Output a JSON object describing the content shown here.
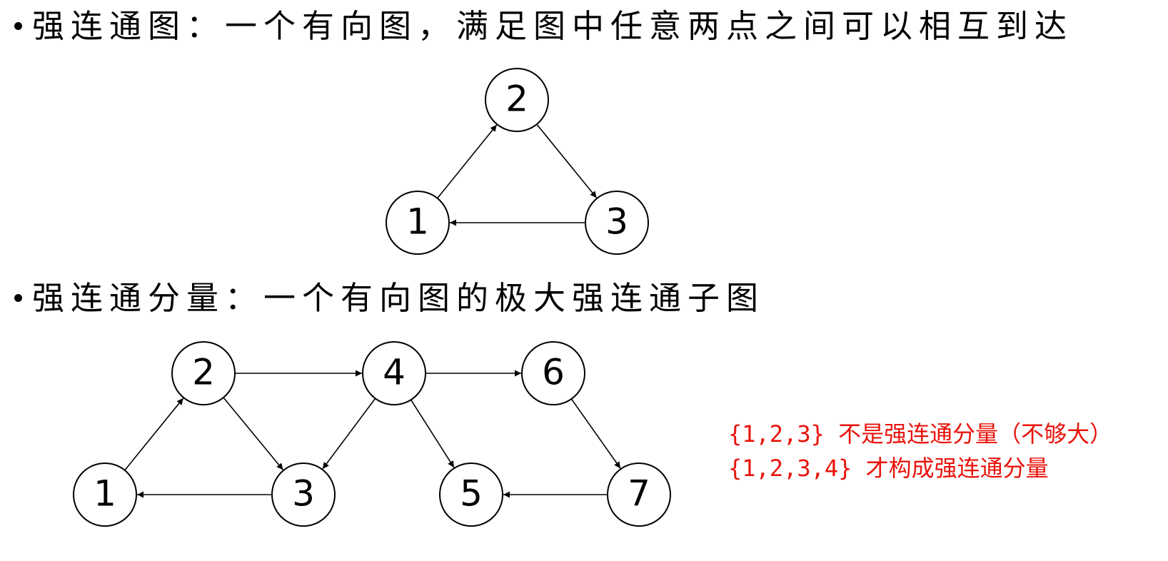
{
  "bullets": [
    {
      "text": "强连通图：一个有向图，满足图中任意两点之间可以相互到达"
    },
    {
      "text": "强连通分量：一个有向图的极大强连通子图"
    }
  ],
  "diagram1": {
    "nodes": [
      "1",
      "2",
      "3"
    ],
    "edges": [
      [
        "1",
        "2"
      ],
      [
        "2",
        "3"
      ],
      [
        "3",
        "1"
      ]
    ]
  },
  "diagram2": {
    "nodes": [
      "1",
      "2",
      "3",
      "4",
      "5",
      "6",
      "7"
    ],
    "edges": [
      [
        "1",
        "2"
      ],
      [
        "2",
        "3"
      ],
      [
        "3",
        "1"
      ],
      [
        "2",
        "4"
      ],
      [
        "4",
        "3"
      ],
      [
        "4",
        "6"
      ],
      [
        "4",
        "5"
      ],
      [
        "6",
        "7"
      ],
      [
        "7",
        "5"
      ]
    ]
  },
  "annotations": [
    {
      "text": "{1,2,3} 不是强连通分量（不够大）"
    },
    {
      "text": "{1,2,3,4} 才构成强连通分量"
    }
  ],
  "colors": {
    "annotation": "#e8140c",
    "stroke": "#000000"
  }
}
